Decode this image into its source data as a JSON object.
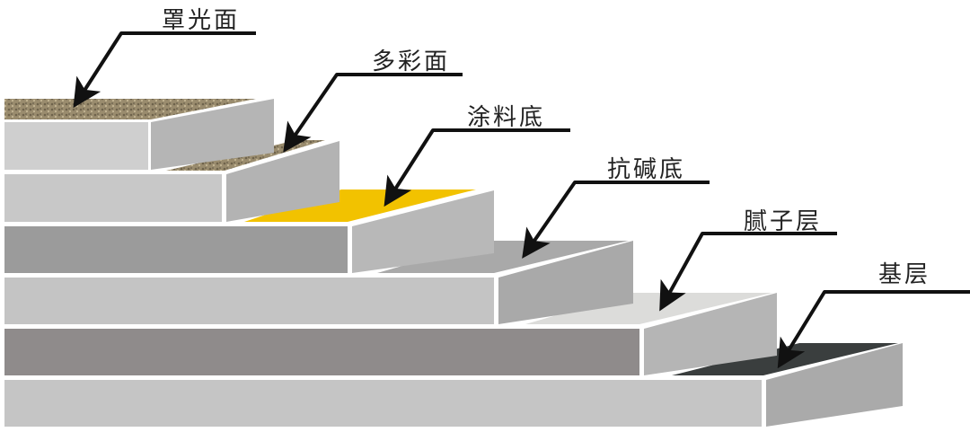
{
  "title": "墙面涂层结构示意图",
  "layers": [
    {
      "label": "罩光面",
      "color": "#9a8c6e"
    },
    {
      "label": "多彩面",
      "color": "#8f8670"
    },
    {
      "label": "涂料底",
      "color": "#f2c200"
    },
    {
      "label": "抗碱底",
      "color": "#a9a9a9"
    },
    {
      "label": "腻子层",
      "color": "#dcdcda"
    },
    {
      "label": "基层",
      "color": "#3a3e3e"
    }
  ]
}
